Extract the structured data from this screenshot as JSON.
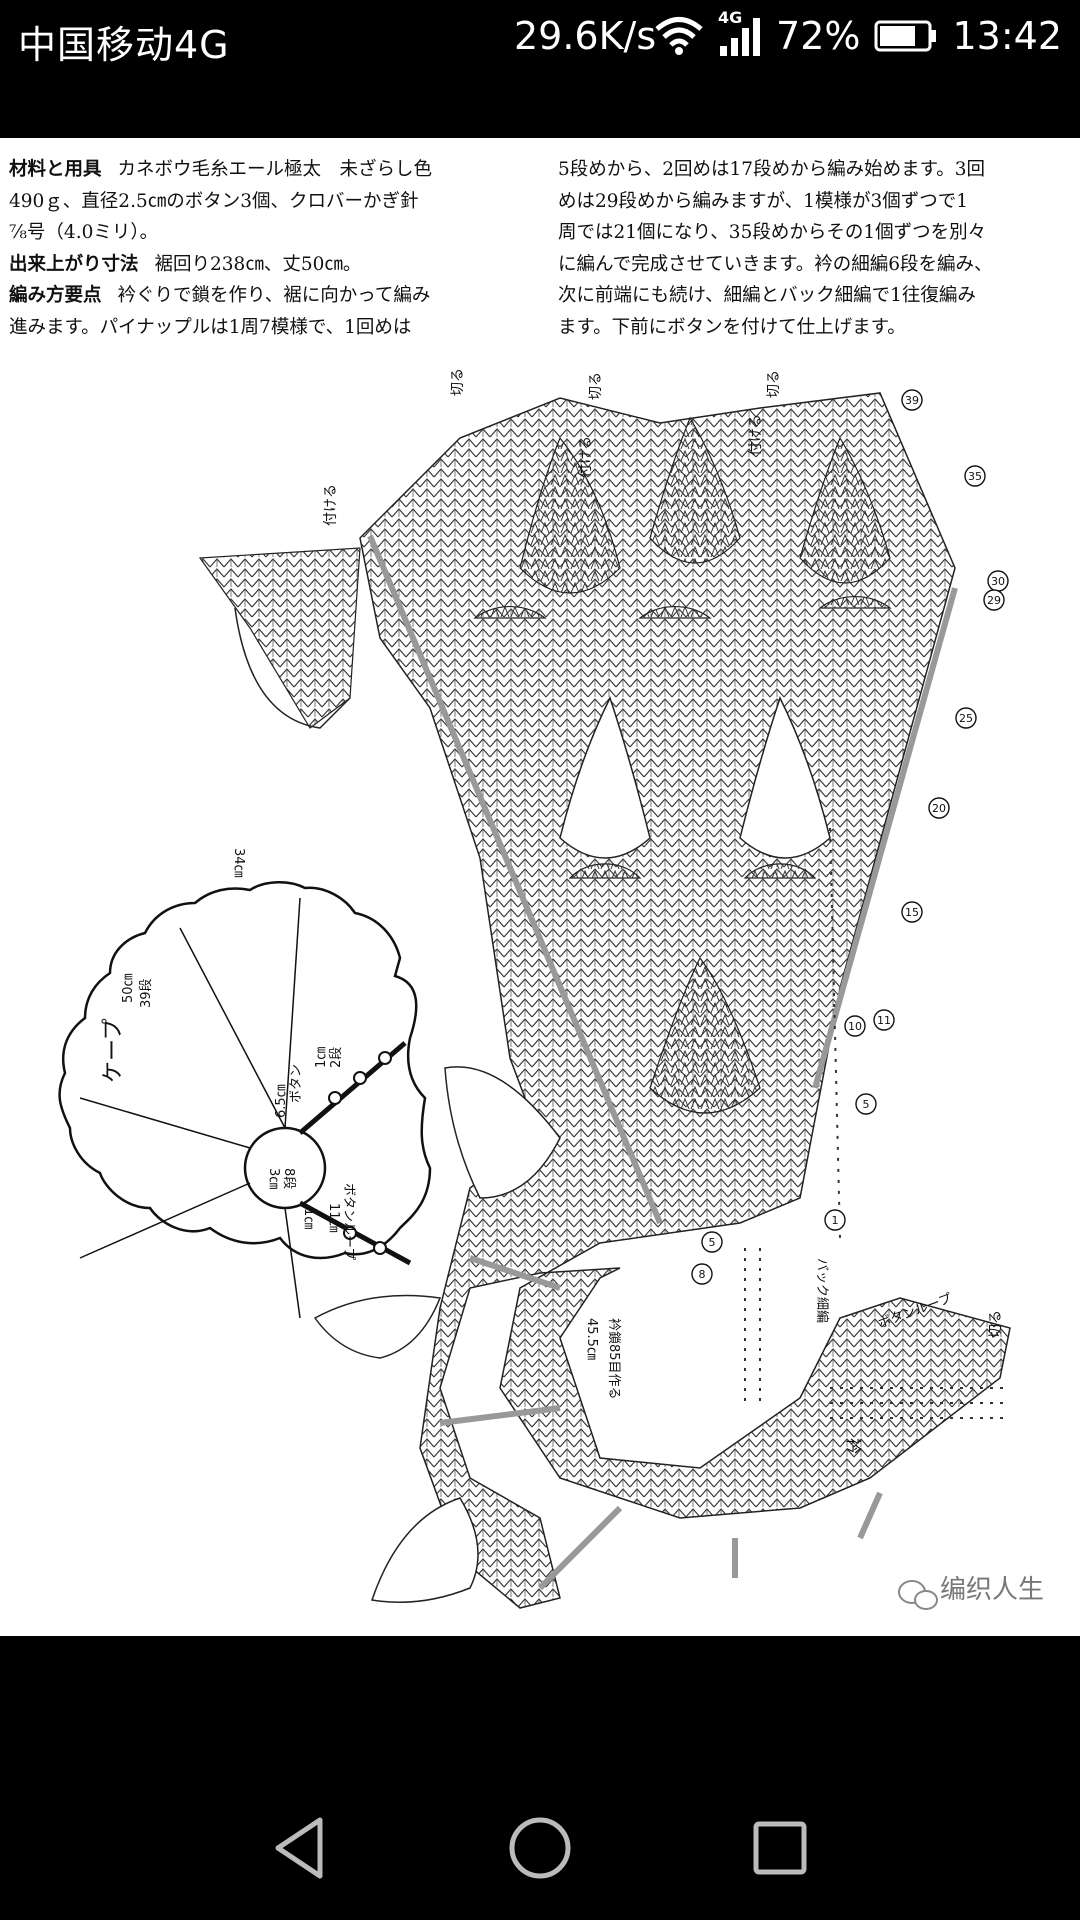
{
  "status_bar": {
    "carrier": "中国移动4G",
    "network_speed": "29.6K/s",
    "network_type": "4G",
    "battery_percent": "72%",
    "time": "13:42",
    "icons": [
      "wifi-icon",
      "signal-icon",
      "battery-icon"
    ]
  },
  "article": {
    "materials_label": "材料と用具",
    "materials_text_1": "カネボウ毛糸エール極太　未ざらし色",
    "materials_text_2": "490ｇ、直径2.5㎝のボタン3個、クロバーかぎ針",
    "materials_text_3": "⅞号（4.0ミリ）。",
    "size_label": "出来上がり寸法",
    "size_text": "裾回り238㎝、丈50㎝。",
    "method_label": "編み方要点",
    "method_text_1": "衿ぐりで鎖を作り、裾に向かって編み",
    "method_text_2": "進みます。パイナップルは1周7模様で、1回めは",
    "right_line_1": "5段めから、2回めは17段めから編み始めます。3回",
    "right_line_2": "めは29段めから編みますが、1模様が3個ずつで1",
    "right_line_3": "周では21個になり、35段めからその1個ずつを別々",
    "right_line_4": "に編んで完成させていきます。衿の細編6段を編み、",
    "right_line_5": "次に前端にも続け、細編とバック細編で1往復編み",
    "right_line_6": "ます。下前にボタンを付けて仕上げます。"
  },
  "diagram_labels": {
    "cut_1": "切る",
    "cut_2": "切る",
    "cut_3": "切る",
    "cut_4": "切る",
    "attach_1": "付ける",
    "attach_2": "付ける",
    "attach_3": "付ける",
    "cape": "ケープ",
    "len_34": "34㎝",
    "len_50": "50㎝",
    "rows_39": "39段",
    "len_65": "6.5㎝",
    "button": "ボタン",
    "len_1a": "1㎝",
    "rows_2": "2段",
    "len_3": "3㎝",
    "rows_8": "8段",
    "button_loop": "ボタンループ",
    "len_1b": "1㎝",
    "len_11": "11㎝",
    "collar_stitch": "衿鎖85目作る",
    "len_455": "45.5㎝",
    "back_sc": "バック細編",
    "collar": "衿",
    "button_loop_2": "ボタンループ",
    "row_numbers": [
      "39",
      "35",
      "30",
      "29",
      "25",
      "20",
      "15",
      "11",
      "10",
      "5",
      "1",
      "5",
      "8"
    ]
  },
  "watermark": {
    "text": "编织人生",
    "icon": "wechat-icon"
  },
  "nav_bar": {
    "icons": [
      "back-icon",
      "home-icon",
      "recents-icon"
    ]
  }
}
